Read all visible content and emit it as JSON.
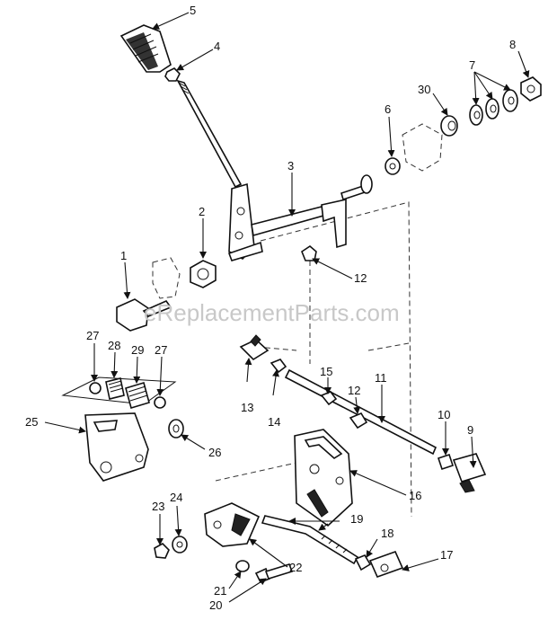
{
  "watermark": "eReplacementParts.com",
  "callouts": [
    "1",
    "2",
    "3",
    "4",
    "5",
    "6",
    "7",
    "8",
    "9",
    "10",
    "11",
    "12",
    "12",
    "13",
    "14",
    "15",
    "16",
    "17",
    "18",
    "19",
    "20",
    "21",
    "22",
    "23",
    "24",
    "25",
    "26",
    "27",
    "27",
    "28",
    "29",
    "30"
  ]
}
